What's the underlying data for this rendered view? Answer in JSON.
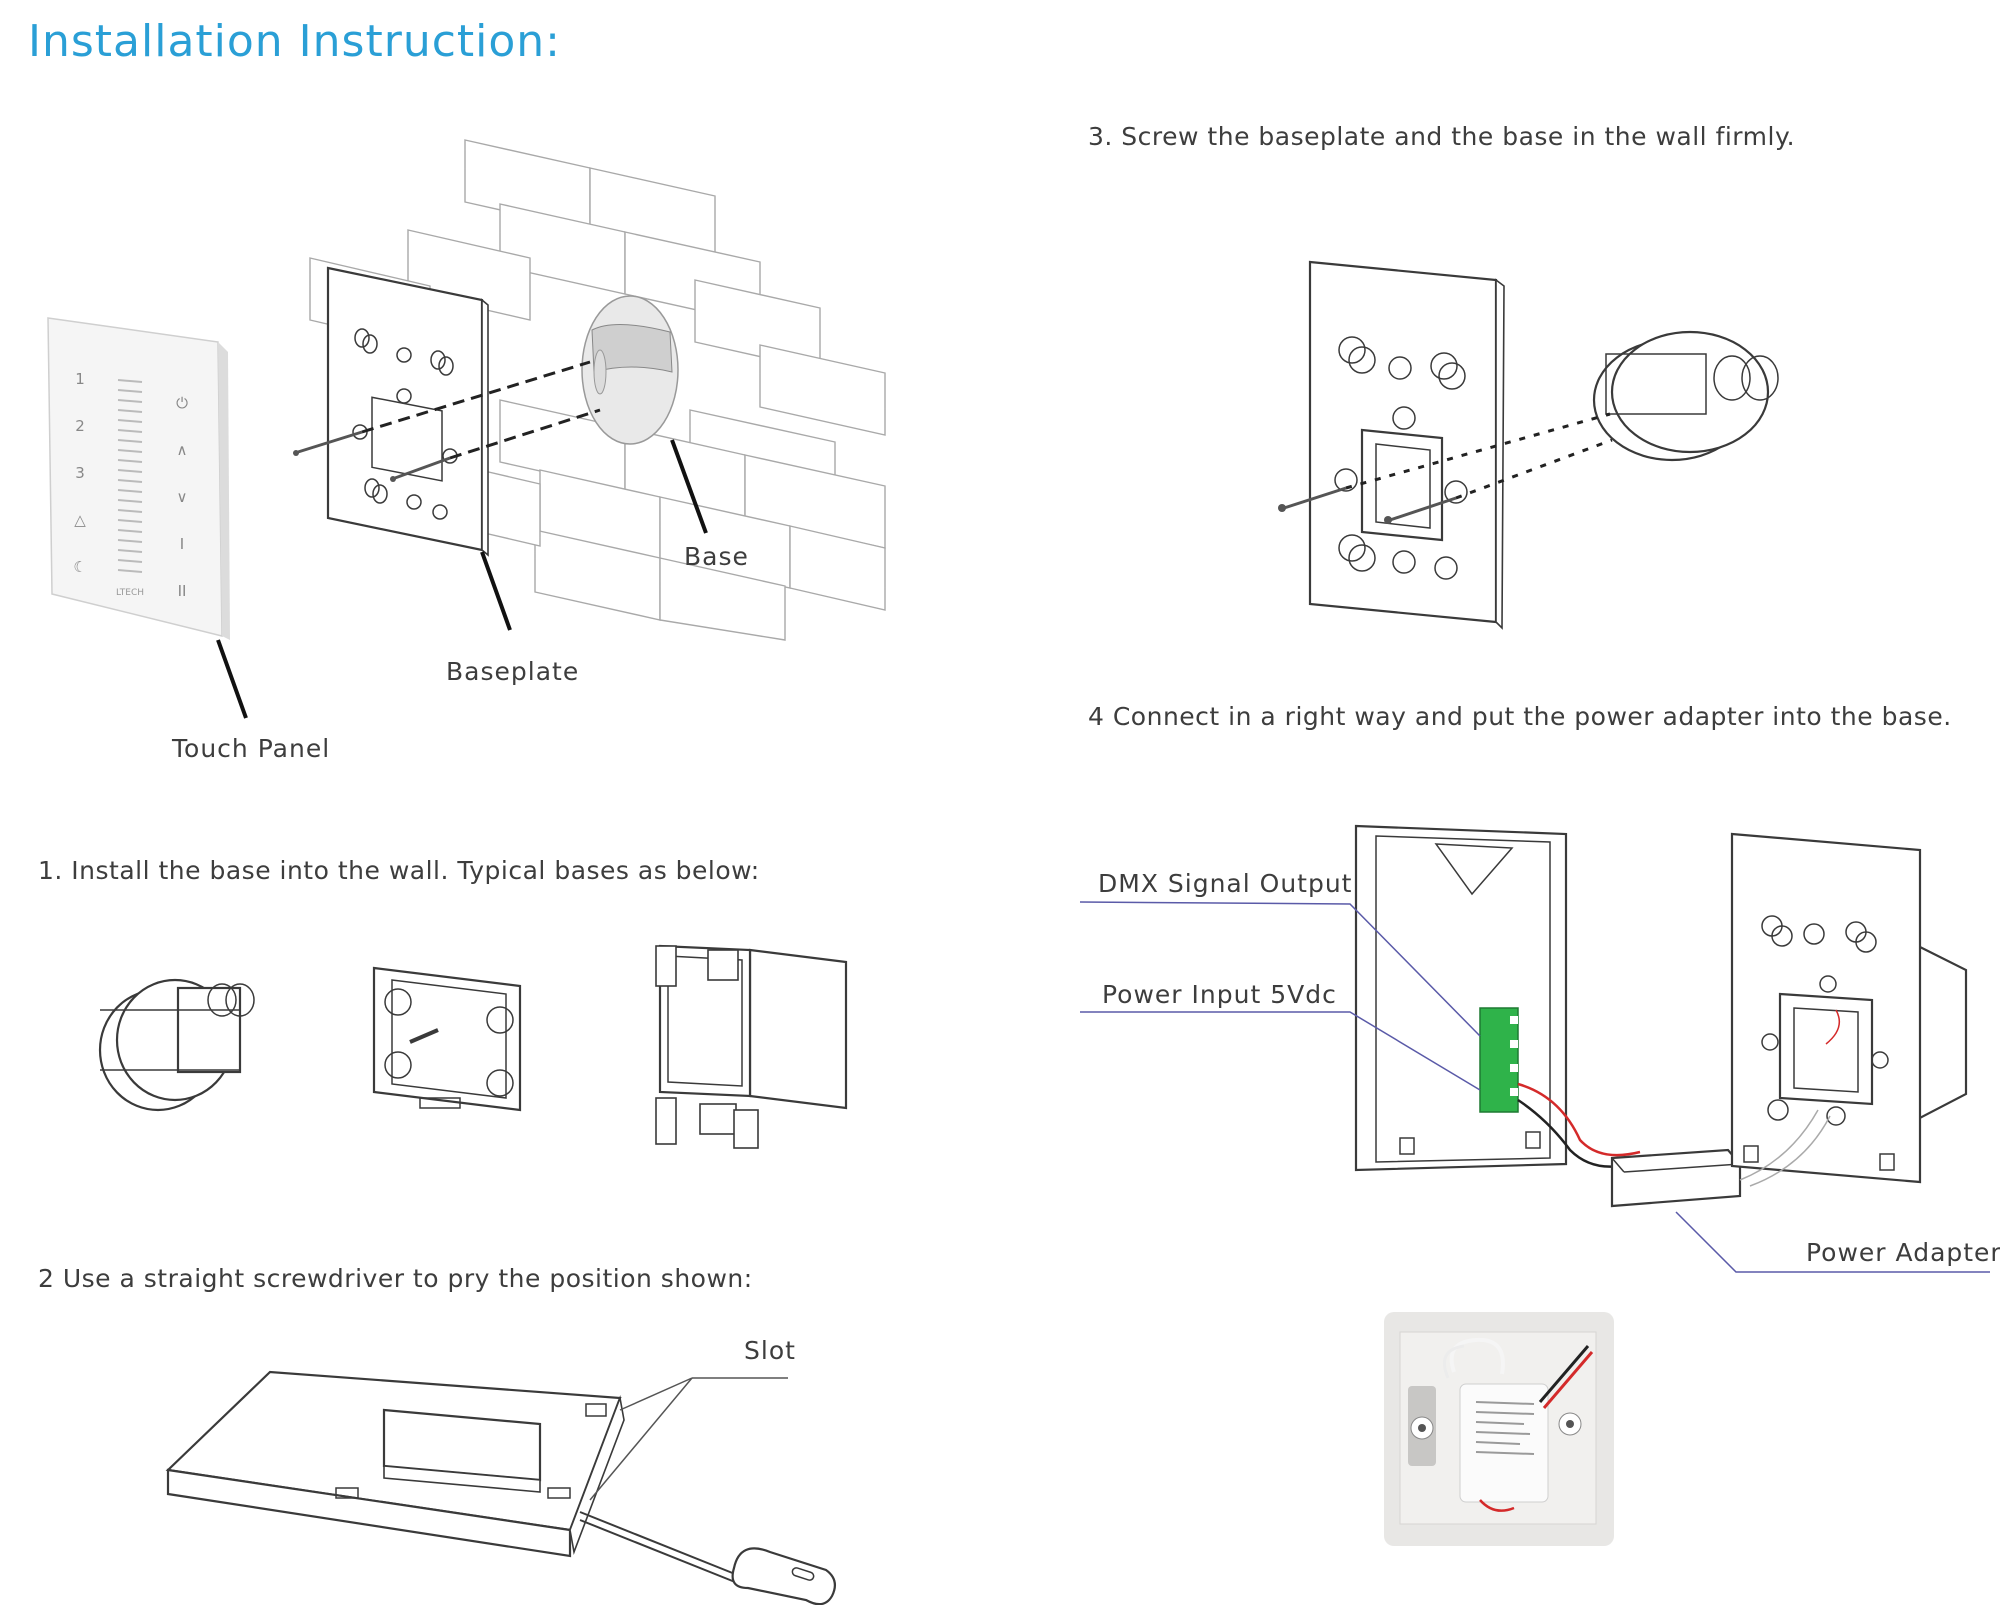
{
  "title": "Installation Instruction:",
  "steps": {
    "step1": "1. Install the base into the wall. Typical bases as below:",
    "step2": "2  Use a straight screwdriver to pry the position shown:",
    "step3": "3. Screw the baseplate and the base in the wall firmly.",
    "step4": "4  Connect in a right way and put the power adapter into the base."
  },
  "labels": {
    "touch_panel": "Touch Panel",
    "baseplate": "Baseplate",
    "base": "Base",
    "slot": "Slot",
    "dmx_output": "DMX Signal Output",
    "power_input": "Power Input 5Vdc",
    "power_adapter": "Power Adapter"
  },
  "panel": {
    "brand": "LTECH",
    "left_buttons": [
      "1",
      "2",
      "3",
      "△",
      "☾"
    ],
    "right_buttons": [
      "⏻",
      "∧",
      "∨",
      "I",
      "II"
    ]
  },
  "colors": {
    "title": "#2a9fd6",
    "terminal_green": "#2fb34a",
    "wire_red": "#d42a2a",
    "leader_blue": "#5a5aa8"
  }
}
